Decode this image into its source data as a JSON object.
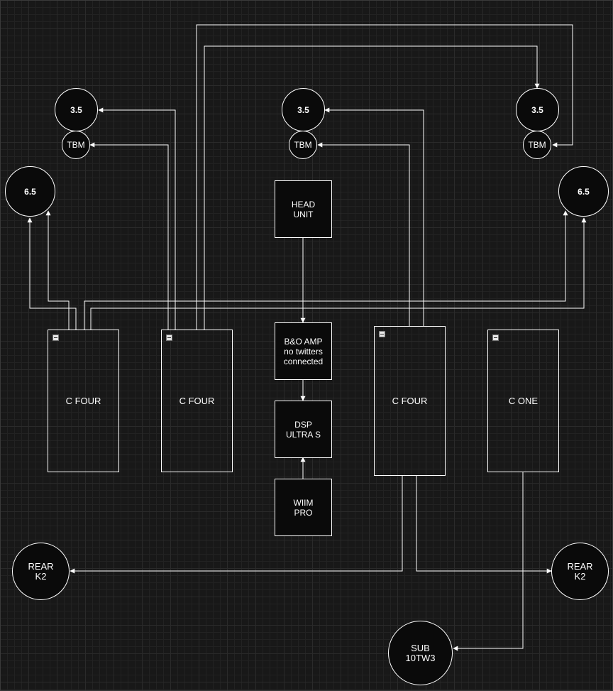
{
  "nodes": {
    "tw_left": "3.5",
    "tw_mid": "3.5",
    "tw_right": "3.5",
    "tbm_left": "TBM",
    "tbm_mid": "TBM",
    "tbm_right": "TBM",
    "woof_left": "6.5",
    "woof_right": "6.5",
    "head_unit": "HEAD\nUNIT",
    "bo_amp": "B&O AMP\nno twitters\nconnected",
    "dsp": "DSP\nULTRA S",
    "wiim": "WIIM\nPRO",
    "amp1": "C FOUR",
    "amp2": "C FOUR",
    "amp3": "C FOUR",
    "amp4": "C ONE",
    "rear_left": "REAR\nK2",
    "rear_right": "REAR\nK2",
    "sub": "SUB\n10TW3"
  },
  "colors": {
    "background": "#181818",
    "line": "#ffffff",
    "node_fill": "#0a0a0a"
  }
}
